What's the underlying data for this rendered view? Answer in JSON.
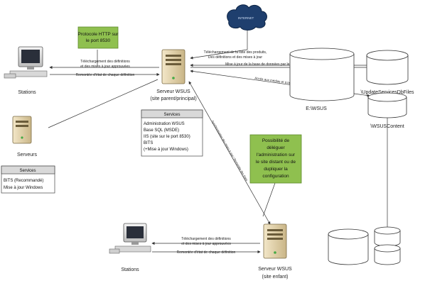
{
  "internet": "INTERNET",
  "notes": {
    "protocol": [
      "Protocole HTTP  sur",
      "le port 8530"
    ],
    "delegate": [
      "Possibilité de",
      "déléguer",
      "l'administration sur",
      "le site distant ou de",
      "dupliquer la",
      "configuration"
    ]
  },
  "nodes": {
    "stations_top": "Stations",
    "servers": "Serveurs",
    "server_main": [
      "Serveur WSUS",
      "(site parent/principal)"
    ],
    "stations_bottom": "Stations",
    "server_child": [
      "Serveur WSUS",
      "(site enfant)"
    ],
    "disk_e": "E:\\WSUS",
    "disk_update": "\\UpdateServicesDbFiles",
    "disk_content": "\\WSUSContent"
  },
  "links": {
    "download_top": [
      "Téléchargement des définitions",
      "et des mises à jour approuvées"
    ],
    "report_top": "Remontée d'état de chaque définition",
    "products": [
      "Téléchargement de la liste des produits,",
      "Des définitions et des mises à jour"
    ],
    "db_update": "Mise à jour de la base de données par le service d'administration",
    "db_access": "Accès aux médias et à la base des états",
    "sync_child": "Synchronisation des mises à jour / Remontée des états",
    "download_bottom": [
      "Téléchargement des définitions",
      "et des mises à jour approuvées"
    ],
    "report_bottom": "Remontée d'état de chaque définition"
  },
  "services_main": {
    "title": "Services",
    "items": [
      "Administration WSUS",
      "Base SQL (MSDE)",
      "IIS (site sur le port 8530)",
      "BITS",
      "(+Mise à jour Windows)"
    ]
  },
  "services_servers": {
    "title": "Services",
    "items": [
      "BITS (Recommandé)",
      "Mise à jour Windows"
    ]
  },
  "colors": {
    "note_green": "#8fc04f",
    "box_header": "#d9d9d9",
    "cloud": "#1f3f6e",
    "disk_fill": "#ffffff",
    "line": "#333333"
  }
}
